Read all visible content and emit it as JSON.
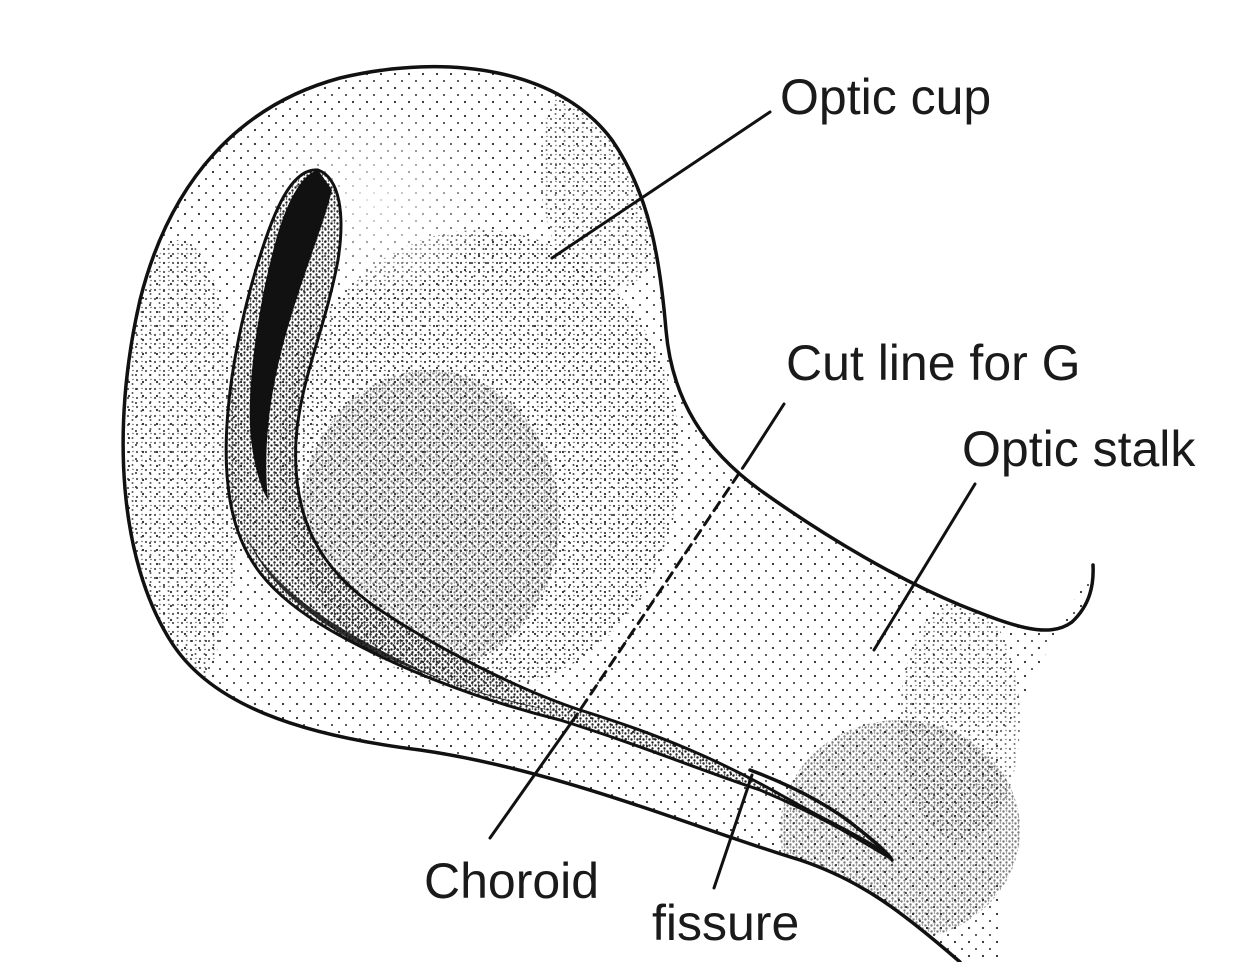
{
  "labels": {
    "optic_cup": "Optic cup",
    "cut_line": "Cut line for G",
    "optic_stalk": "Optic stalk",
    "choroid": "Choroid",
    "fissure": "fissure"
  },
  "colors": {
    "ink": "#1a1a1a",
    "stipple": "#2a2a2a",
    "background": "#ffffff"
  }
}
